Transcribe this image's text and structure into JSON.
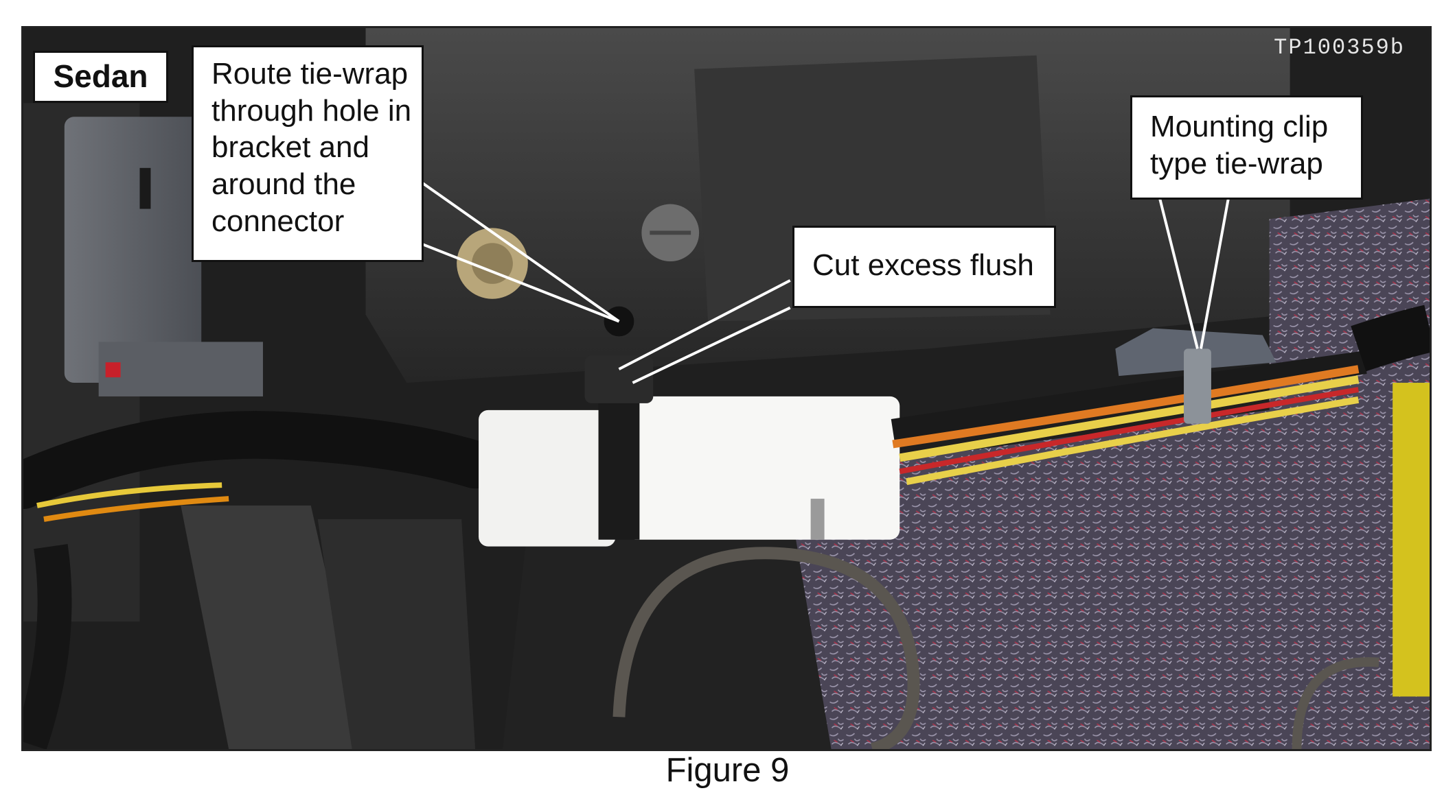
{
  "photo": {
    "watermark": "TP100359b",
    "variant_label": "Sedan",
    "callouts": {
      "route": [
        "Route tie-wrap",
        "through hole in",
        "bracket and",
        "around the",
        "connector"
      ],
      "cut": "Cut excess flush",
      "clip": [
        "Mounting clip",
        "type tie-wrap"
      ]
    }
  },
  "caption": "Figure 9"
}
